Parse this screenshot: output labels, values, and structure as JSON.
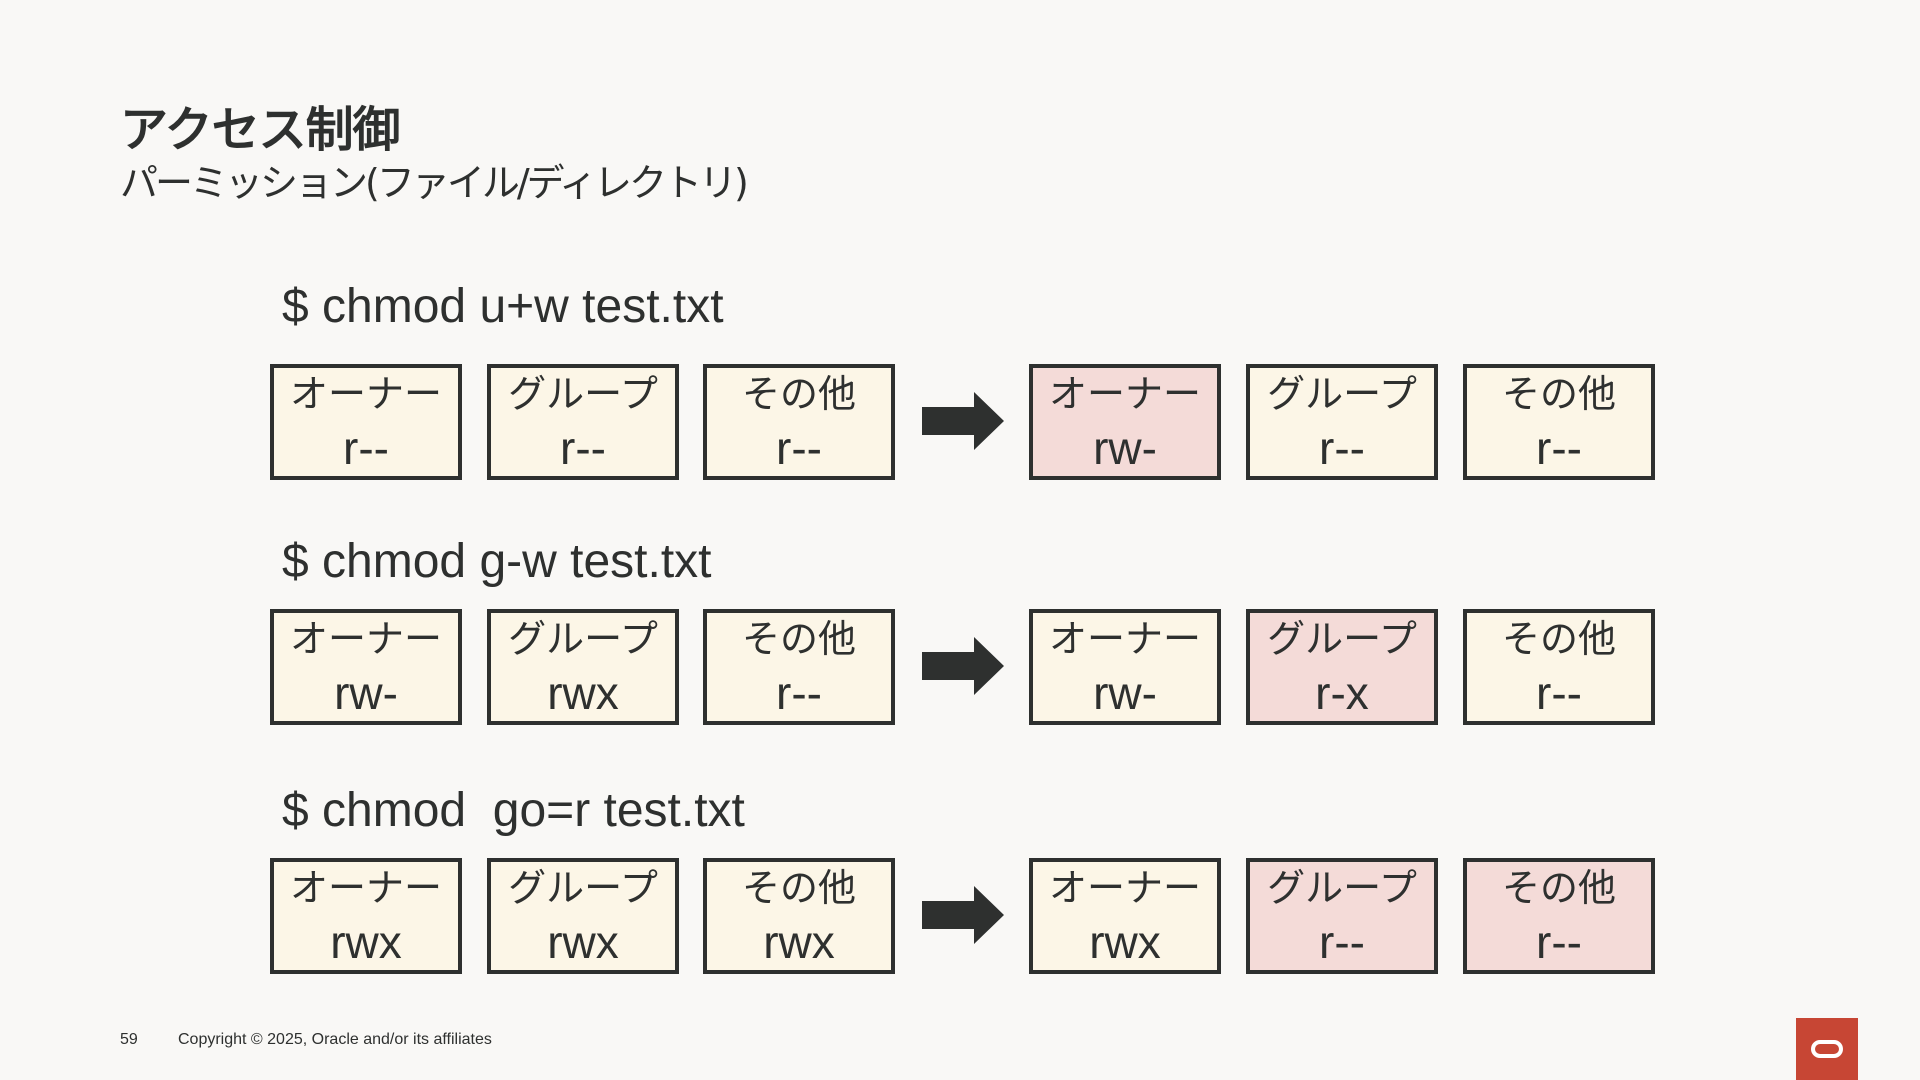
{
  "title": "アクセス制御",
  "subtitle": "パーミッション(ファイル/ディレクトリ)",
  "colors": {
    "background": "#f9f8f6",
    "text": "#2e302f",
    "box_default": "#fcf6e7",
    "box_changed": "#f4dbd8",
    "logo": "#c74634"
  },
  "examples": [
    {
      "command": "$ chmod u+w test.txt",
      "before": [
        {
          "label": "オーナー",
          "perm": "r--"
        },
        {
          "label": "グループ",
          "perm": "r--"
        },
        {
          "label": "その他",
          "perm": "r--"
        }
      ],
      "after": [
        {
          "label": "オーナー",
          "perm": "rw-",
          "changed": true
        },
        {
          "label": "グループ",
          "perm": "r--",
          "changed": false
        },
        {
          "label": "その他",
          "perm": "r--",
          "changed": false
        }
      ]
    },
    {
      "command": "$ chmod g-w test.txt",
      "before": [
        {
          "label": "オーナー",
          "perm": "rw-"
        },
        {
          "label": "グループ",
          "perm": "rwx"
        },
        {
          "label": "その他",
          "perm": "r--"
        }
      ],
      "after": [
        {
          "label": "オーナー",
          "perm": "rw-",
          "changed": false
        },
        {
          "label": "グループ",
          "perm": "r-x",
          "changed": true
        },
        {
          "label": "その他",
          "perm": "r--",
          "changed": false
        }
      ]
    },
    {
      "command": "$ chmod  go=r test.txt",
      "before": [
        {
          "label": "オーナー",
          "perm": "rwx"
        },
        {
          "label": "グループ",
          "perm": "rwx"
        },
        {
          "label": "その他",
          "perm": "rwx"
        }
      ],
      "after": [
        {
          "label": "オーナー",
          "perm": "rwx",
          "changed": false
        },
        {
          "label": "グループ",
          "perm": "r--",
          "changed": true
        },
        {
          "label": "その他",
          "perm": "r--",
          "changed": true
        }
      ]
    }
  ],
  "footer": {
    "page_number": "59",
    "copyright": "Copyright © 2025, Oracle and/or its affiliates"
  },
  "logo": {
    "icon": "oracle-logo-icon"
  }
}
